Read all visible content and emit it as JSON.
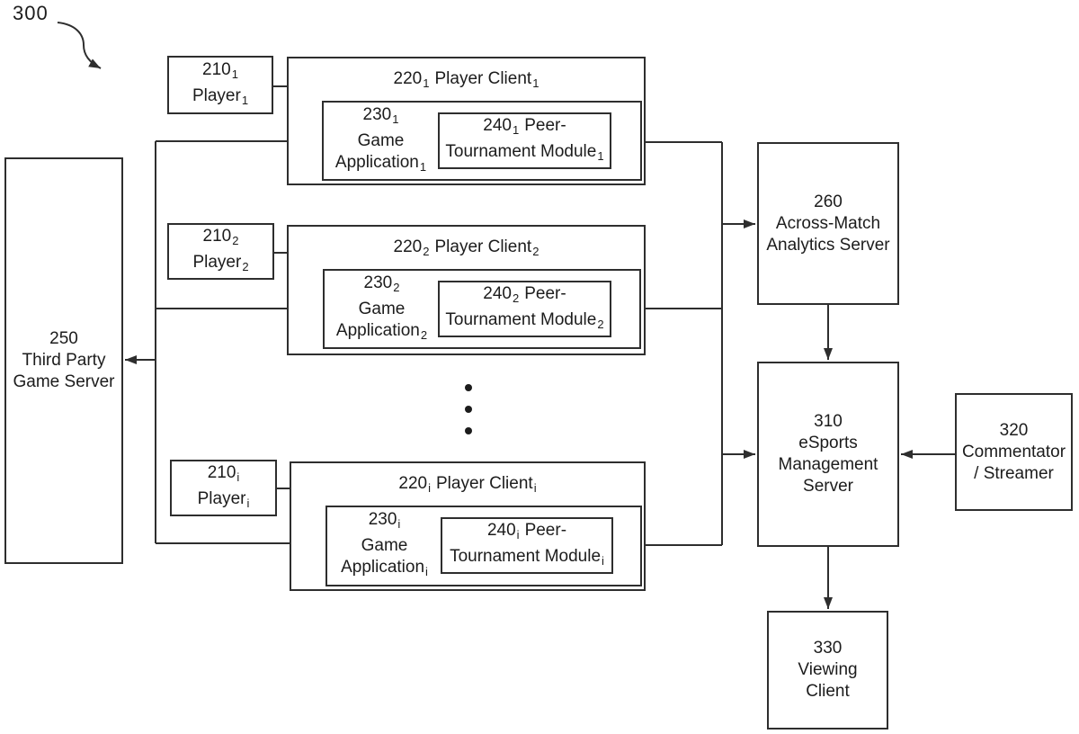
{
  "figure": {
    "ref_label": "300"
  },
  "groups": [
    {
      "player_ref": "210",
      "player_sub": "1",
      "player_label": "Player",
      "client_ref": "220",
      "client_sub": "1",
      "client_label": "Player Client",
      "app_ref": "230",
      "app_sub": "1",
      "app_line1": "Game",
      "app_line2": "Application",
      "module_ref": "240",
      "module_sub": "1",
      "module_line1": "Peer-",
      "module_line2": "Tournament Module"
    },
    {
      "player_ref": "210",
      "player_sub": "2",
      "player_label": "Player",
      "client_ref": "220",
      "client_sub": "2",
      "client_label": "Player Client",
      "app_ref": "230",
      "app_sub": "2",
      "app_line1": "Game",
      "app_line2": "Application",
      "module_ref": "240",
      "module_sub": "2",
      "module_line1": "Peer-",
      "module_line2": "Tournament Module"
    },
    {
      "player_ref": "210",
      "player_sub": "i",
      "player_label": "Player",
      "client_ref": "220",
      "client_sub": "i",
      "client_label": "Player Client",
      "app_ref": "230",
      "app_sub": "i",
      "app_line1": "Game",
      "app_line2": "Application",
      "module_ref": "240",
      "module_sub": "i",
      "module_line1": "Peer-",
      "module_line2": "Tournament Module"
    }
  ],
  "nodes": {
    "game_server": {
      "ref": "250",
      "line1": "Third Party",
      "line2": "Game Server"
    },
    "analytics": {
      "ref": "260",
      "line1": "Across-Match",
      "line2": "Analytics Server"
    },
    "esports": {
      "ref": "310",
      "line1": "eSports",
      "line2": "Management",
      "line3": "Server"
    },
    "commentator": {
      "ref": "320",
      "line1": "Commentator",
      "line2": "/ Streamer"
    },
    "viewing": {
      "ref": "330",
      "line1": "Viewing",
      "line2": "Client"
    }
  },
  "edges": [
    {
      "from": "left-bus",
      "to": "game-application-1",
      "arrow": "into-target"
    },
    {
      "from": "left-bus",
      "to": "game-application-2",
      "arrow": "into-target"
    },
    {
      "from": "left-bus",
      "to": "game-application-i",
      "arrow": "into-target"
    },
    {
      "from": "left-bus",
      "to": "third-party-game-server",
      "arrow": "into-target"
    },
    {
      "from": "right-bus",
      "to": "peer-tournament-module-1",
      "arrow": "into-target"
    },
    {
      "from": "right-bus",
      "to": "peer-tournament-module-2",
      "arrow": "into-target"
    },
    {
      "from": "right-bus",
      "to": "peer-tournament-module-i",
      "arrow": "into-target"
    },
    {
      "from": "right-bus",
      "to": "across-match-analytics-server",
      "arrow": "into-target"
    },
    {
      "from": "right-bus",
      "to": "esports-management-server",
      "arrow": "into-target"
    },
    {
      "from": "across-match-analytics-server",
      "to": "esports-management-server",
      "arrow": "into-target"
    },
    {
      "from": "esports-management-server",
      "to": "viewing-client",
      "arrow": "into-target"
    },
    {
      "from": "commentator-streamer",
      "to": "esports-management-server",
      "arrow": "into-target"
    },
    {
      "from": "player-1",
      "to": "player-client-1",
      "arrow": "none"
    },
    {
      "from": "player-2",
      "to": "player-client-2",
      "arrow": "none"
    },
    {
      "from": "player-i",
      "to": "player-client-i",
      "arrow": "none"
    }
  ],
  "ellipsis": "vertical-dots-between-client-2-and-client-i"
}
